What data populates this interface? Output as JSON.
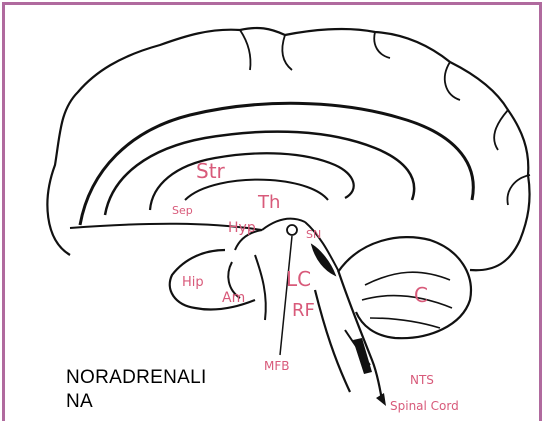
{
  "labels": {
    "str": "Str",
    "th": "Th",
    "sep": "Sep",
    "hyp": "Hyp",
    "sn": "SN",
    "hip": "Hip",
    "am": "Am",
    "lc": "LC",
    "rf": "RF",
    "c": "C",
    "mfb": "MFB",
    "nts": "NTS",
    "spinal_cord": "Spinal Cord"
  },
  "caption": {
    "line1": "NORADRENALI",
    "line2": "NA"
  },
  "colors": {
    "label": "#d85a7a",
    "frame": "#b06a9e",
    "outline": "#111111"
  }
}
